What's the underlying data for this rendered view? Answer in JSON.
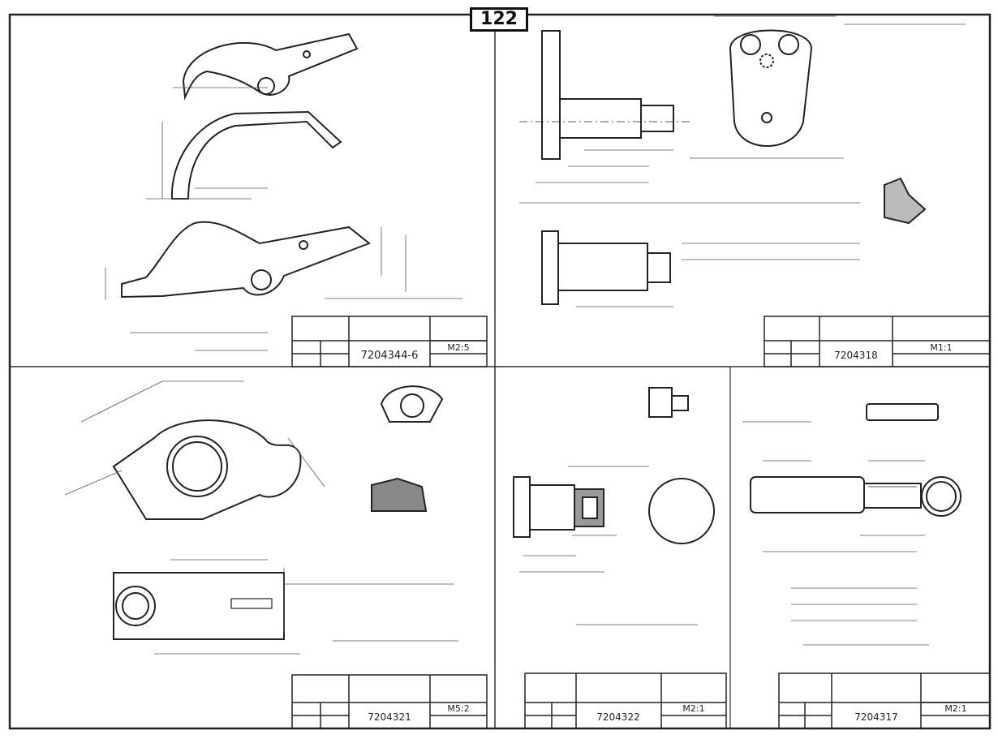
{
  "page": {
    "number": "122"
  },
  "drawings": [
    {
      "id": "upper-left",
      "part_number": "7204344-6",
      "scale": "М2:5"
    },
    {
      "id": "upper-right",
      "part_number": "7204318",
      "scale": "М1:1"
    },
    {
      "id": "lower-left",
      "part_number": "7204321",
      "scale": "М5:2"
    },
    {
      "id": "lower-center",
      "part_number": "7204322",
      "scale": "М2:1"
    },
    {
      "id": "lower-right",
      "part_number": "7204317",
      "scale": "М2:1"
    }
  ]
}
